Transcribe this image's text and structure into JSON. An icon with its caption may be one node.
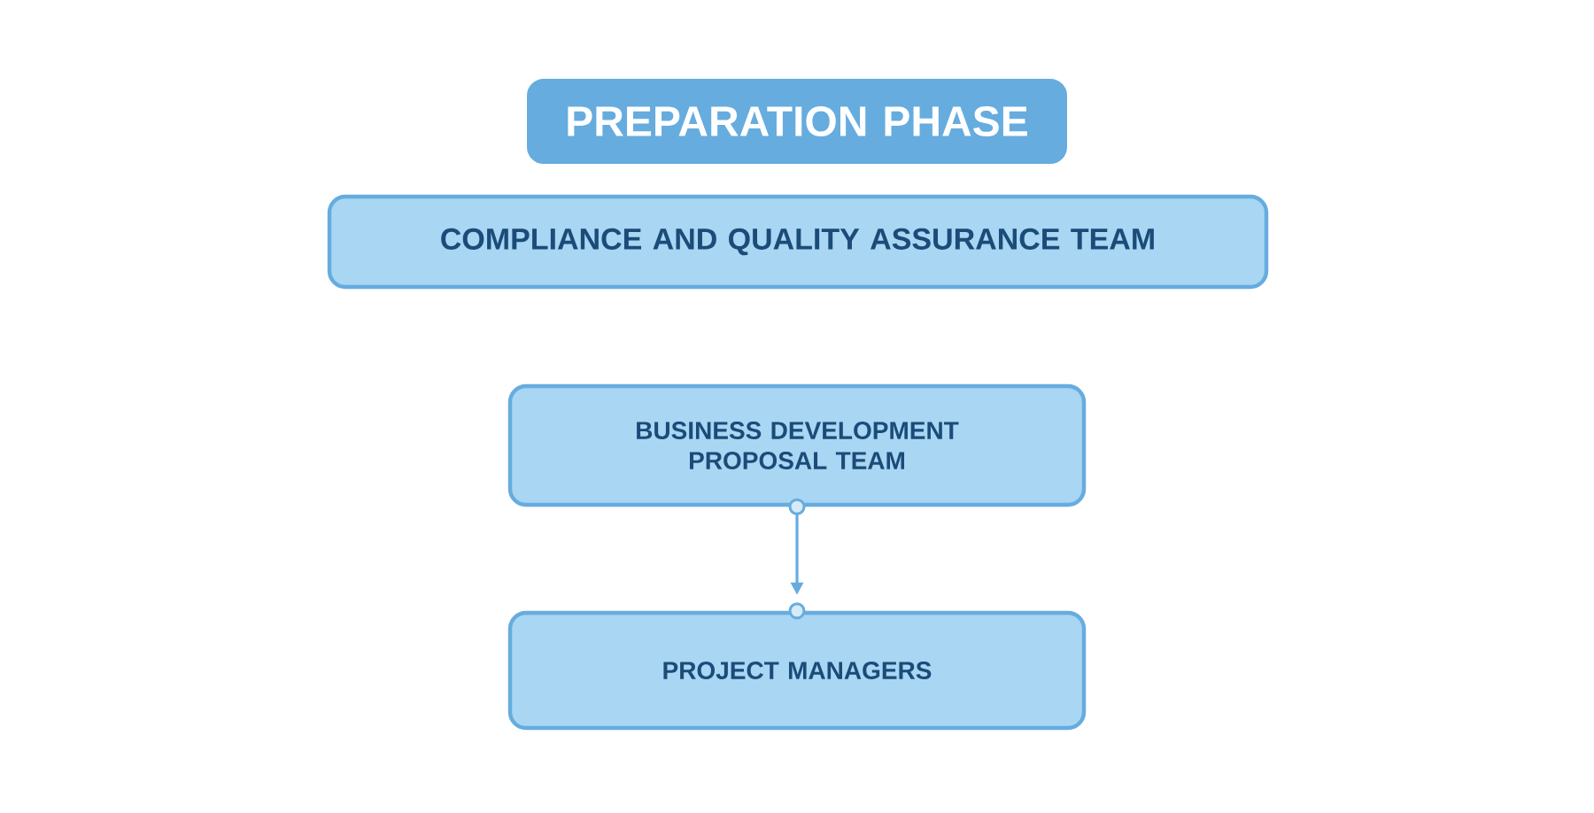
{
  "diagram": {
    "nodes": [
      {
        "text": [
          "PREPARATION PHASE"
        ]
      },
      {
        "text": [
          "COMPLIANCE AND QUALITY ASSURANCE TEAM"
        ]
      },
      {
        "text": [
          "BUSINESS DEVELOPMENT PROPOSAL TEAM"
        ]
      },
      {
        "text": [
          "PROJECT MANAGERS"
        ]
      }
    ],
    "edges": [
      {
        "from": 2,
        "to": 3,
        "arrow": "to"
      }
    ]
  }
}
